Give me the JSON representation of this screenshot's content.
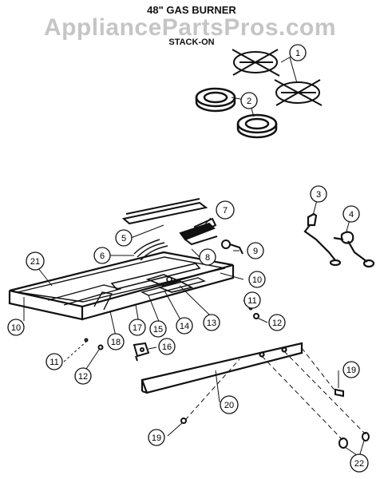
{
  "watermark": "AppliancePartsPros.com",
  "title": "48\" GAS BURNER",
  "subtitle": "STACK-ON",
  "callouts": [
    {
      "id": "c1",
      "label": "1"
    },
    {
      "id": "c2",
      "label": "2"
    },
    {
      "id": "c3",
      "label": "3"
    },
    {
      "id": "c4",
      "label": "4"
    },
    {
      "id": "c5",
      "label": "5"
    },
    {
      "id": "c6",
      "label": "6"
    },
    {
      "id": "c7",
      "label": "7"
    },
    {
      "id": "c8",
      "label": "8"
    },
    {
      "id": "c9",
      "label": "9"
    },
    {
      "id": "c10a",
      "label": "10"
    },
    {
      "id": "c10b",
      "label": "10"
    },
    {
      "id": "c11a",
      "label": "11"
    },
    {
      "id": "c11b",
      "label": "11"
    },
    {
      "id": "c12a",
      "label": "12"
    },
    {
      "id": "c12b",
      "label": "12"
    },
    {
      "id": "c13",
      "label": "13"
    },
    {
      "id": "c14",
      "label": "14"
    },
    {
      "id": "c15",
      "label": "15"
    },
    {
      "id": "c16",
      "label": "16"
    },
    {
      "id": "c17",
      "label": "17"
    },
    {
      "id": "c18",
      "label": "18"
    },
    {
      "id": "c19a",
      "label": "19"
    },
    {
      "id": "c19b",
      "label": "19"
    },
    {
      "id": "c20",
      "label": "20"
    },
    {
      "id": "c21",
      "label": "21"
    },
    {
      "id": "c22",
      "label": "22"
    }
  ]
}
